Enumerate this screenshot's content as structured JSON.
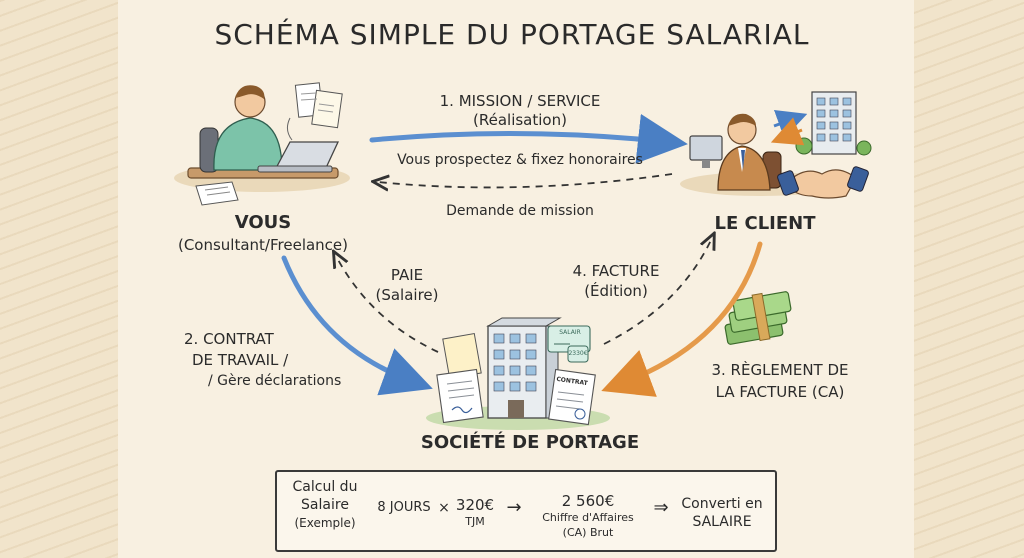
{
  "title": "SCHÉMA SIMPLE DU PORTAGE SALARIAL",
  "nodes": {
    "vous": {
      "name": "VOUS",
      "role": "(Consultant/Freelance)"
    },
    "client": {
      "name": "LE CLIENT"
    },
    "societe": {
      "name": "SOCIÉTÉ DE PORTAGE"
    }
  },
  "flows": {
    "mission": {
      "line1": "1. MISSION / SERVICE",
      "line2": "(Réalisation)",
      "note": "Vous prospectez & fixez honoraires"
    },
    "demande": {
      "label": "Demande de mission"
    },
    "contrat": {
      "line1": "2. CONTRAT",
      "line2": "DE TRAVAIL /",
      "line3": "/ Gère déclarations"
    },
    "reglement": {
      "line1": "3. RÈGLEMENT DE",
      "line2": "LA FACTURE (CA)"
    },
    "facture": {
      "line1": "4. FACTURE",
      "line2": "(Édition)"
    },
    "paie": {
      "line1": "PAIE",
      "line2": "(Salaire)"
    }
  },
  "documents": {
    "salary_slip": {
      "title": "SALAIR",
      "amount": "2330€"
    },
    "contract": {
      "title": "CONTRAT"
    }
  },
  "calc": {
    "label_l1": "Calcul du",
    "label_l2": "Salaire",
    "label_l3": "(Exemple)",
    "days": "8 JOURS",
    "times": "×",
    "rate": "320€",
    "rate_unit": "TJM",
    "arrow1": "→",
    "total": "2 560€",
    "total_l1": "Chiffre d'Affaires",
    "total_l2": "(CA) Brut",
    "arrow2": "⇒",
    "result_l1": "Converti en",
    "result_l2": "SALAIRE"
  },
  "colors": {
    "blue_arrow": "#5b8fd0",
    "orange_arrow": "#e59a4a",
    "ink": "#2b2b2b",
    "money": "#6fa55a"
  }
}
